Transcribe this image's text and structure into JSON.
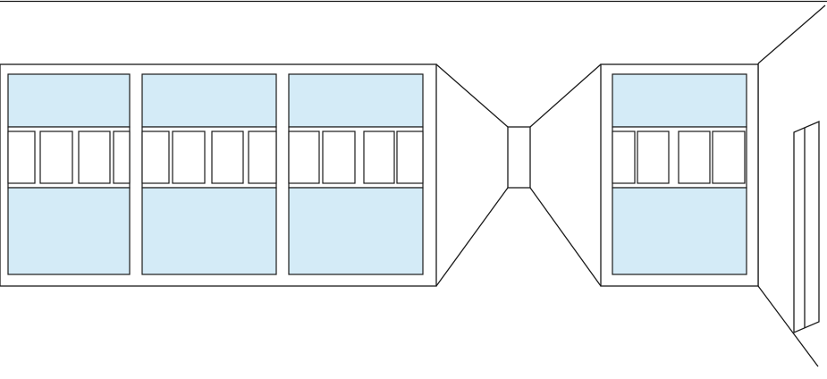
{
  "colors": {
    "background": "#ffffff",
    "line": "#1a1a1a",
    "glass": "#d4ebf7",
    "mullion_box": "#ffffff"
  },
  "scene": {
    "left_wall": {
      "bays": 3,
      "mullion_boxes_per_bay": 4
    },
    "right_wall": {
      "bays": 1,
      "mullion_boxes_per_bay": 4
    },
    "far_end_opening": true,
    "side_door": true
  }
}
